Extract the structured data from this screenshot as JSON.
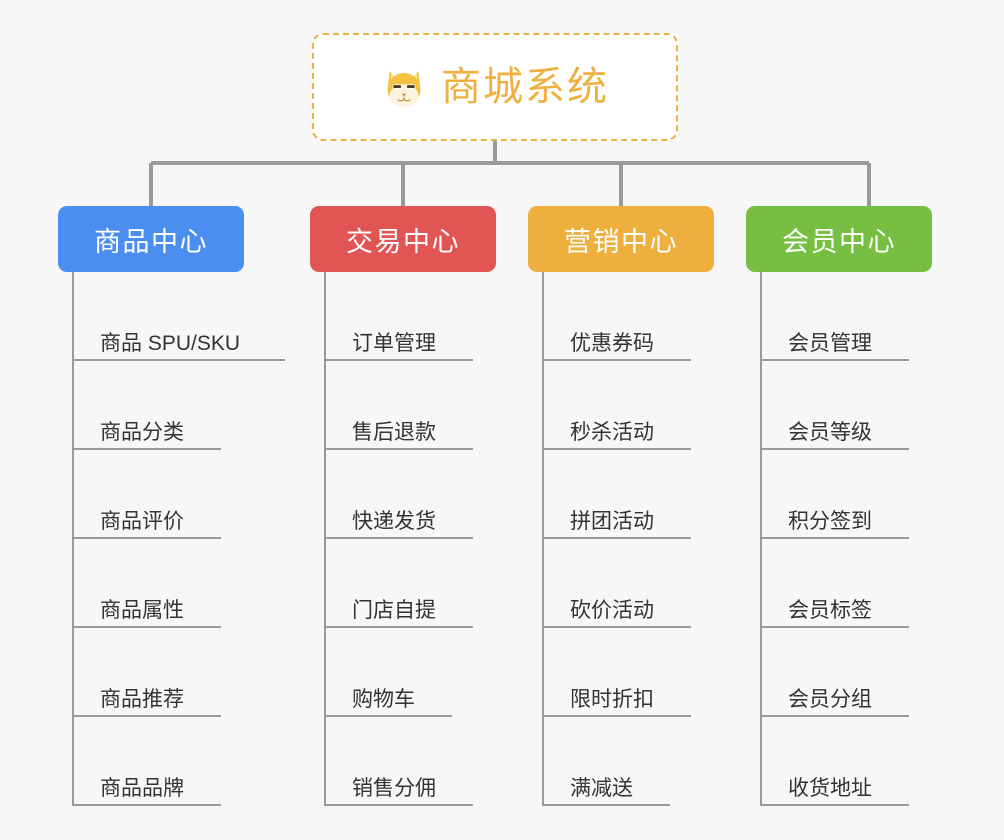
{
  "diagram": {
    "type": "mindmap",
    "background_color": "#f7f7f7",
    "root": {
      "title": "商城系统",
      "icon": "shiba-dog-face-icon",
      "text_color": "#eeb13f",
      "border_color": "#eab14a",
      "border_style": "dashed"
    },
    "branches": [
      {
        "label": "商品中心",
        "color": "#4a8ef0",
        "items": [
          "商品 SPU/SKU",
          "商品分类",
          "商品评价",
          "商品属性",
          "商品推荐",
          "商品品牌"
        ]
      },
      {
        "label": "交易中心",
        "color": "#e15555",
        "items": [
          "订单管理",
          "售后退款",
          "快递发货",
          "门店自提",
          "购物车",
          "销售分佣"
        ]
      },
      {
        "label": "营销中心",
        "color": "#eeaf3f",
        "items": [
          "优惠券码",
          "秒杀活动",
          "拼团活动",
          "砍价活动",
          "限时折扣",
          "满减送"
        ]
      },
      {
        "label": "会员中心",
        "color": "#76bf42",
        "items": [
          "会员管理",
          "会员等级",
          "积分签到",
          "会员标签",
          "会员分组",
          "收货地址"
        ]
      }
    ]
  }
}
